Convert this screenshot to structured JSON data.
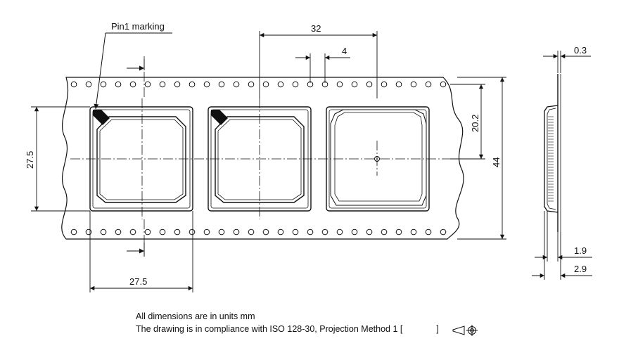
{
  "callouts": {
    "pin1_marking": "Pin1 marking"
  },
  "dimensions": {
    "pitch": "32",
    "hole_pitch": "4",
    "pocket_height": "27.5",
    "pocket_width": "27.5",
    "center_offset": "20.2",
    "tape_width": "44",
    "thickness": "0.3",
    "pocket_depth": "1.9",
    "total_depth": "2.9"
  },
  "notes": {
    "units": "All dimensions are in units mm",
    "compliance": "The drawing is in compliance with ISO 128-30, Projection Method 1 ["
  },
  "icons": {
    "projection": "first-angle-projection-icon"
  }
}
